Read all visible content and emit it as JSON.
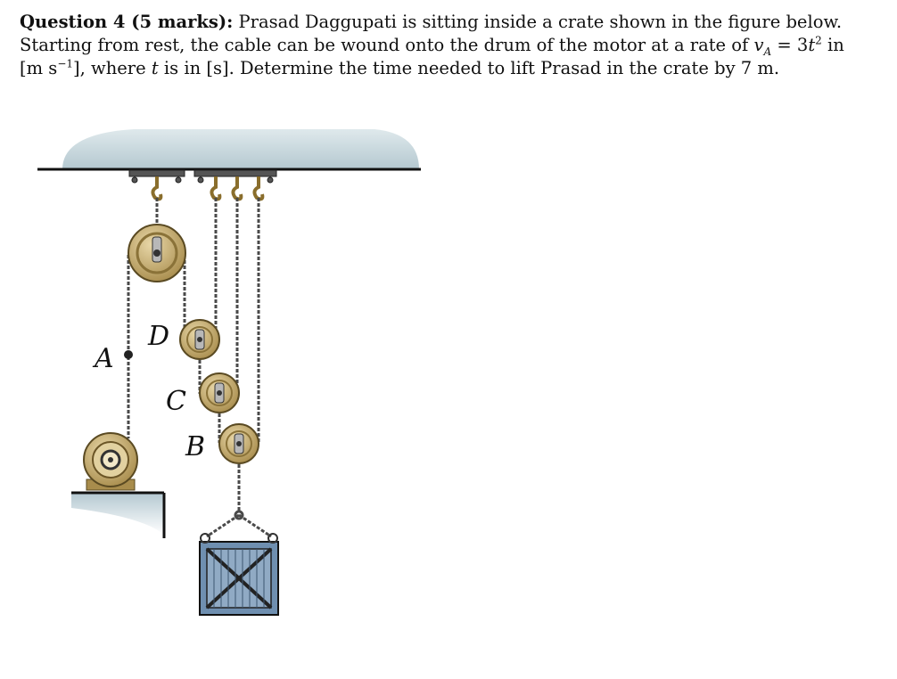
{
  "question": {
    "heading": "Question 4 (5 marks):",
    "line1_text": " Prasad Daggupati is sitting inside a crate shown in the figure below.",
    "line2_text": "Starting from rest, the cable can be wound onto the drum of the motor at a rate of ",
    "velocity_symbol": "v",
    "velocity_subscript": "A",
    "equals_text": " = 3",
    "time_symbol": "t",
    "exponent": "2",
    "line2_end": " in",
    "unit_open": "[m s",
    "unit_exp": "−1",
    "unit_close": "], where ",
    "t_var": "t",
    "line3_text": " is in [s]. Determine the time needed to lift Prasad in the crate by 7 m."
  },
  "figure": {
    "labels": {
      "point_a": "A",
      "pulley_d": "D",
      "pulley_c": "C",
      "pulley_b": "B"
    },
    "colors": {
      "ceiling": "#b8ccd4",
      "pulley": "#c9b078",
      "pulley_dark": "#7a6430",
      "crate": "#6f8fb0",
      "cable": "#555555"
    }
  }
}
